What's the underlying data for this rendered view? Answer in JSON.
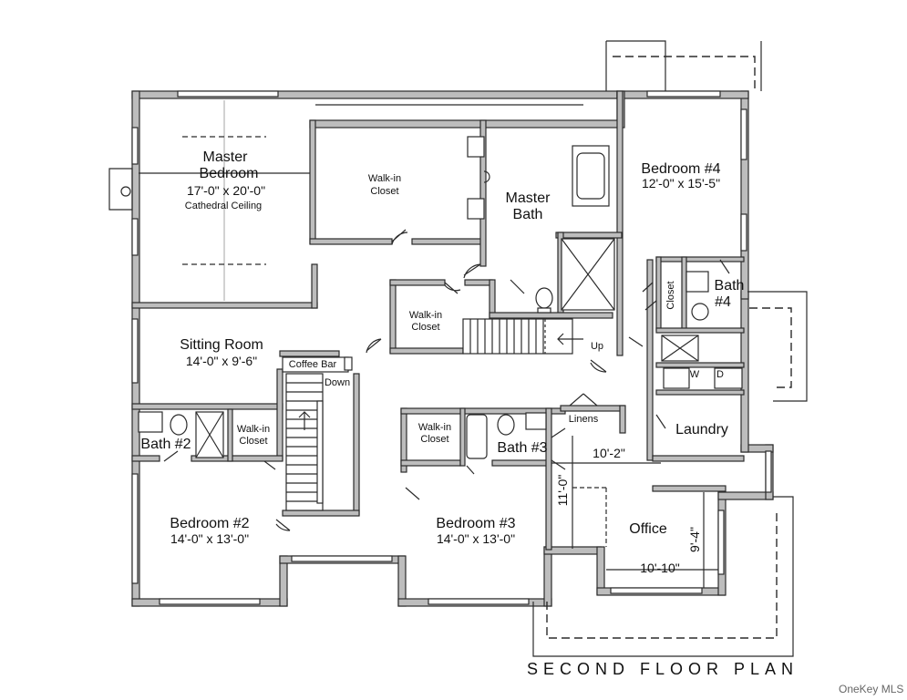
{
  "plan_title": "SECOND FLOOR PLAN",
  "watermark": "OneKey MLS",
  "rooms": {
    "master_bedroom": {
      "name_line1": "Master",
      "name_line2": "Bedroom",
      "dims": "17'-0\" x 20'-0\"",
      "note": "Cathedral Ceiling"
    },
    "walkin_closet_master": {
      "line1": "Walk-in",
      "line2": "Closet"
    },
    "master_bath": {
      "line1": "Master",
      "line2": "Bath"
    },
    "bedroom4": {
      "name": "Bedroom #4",
      "dims": "12'-0\" x 15'-5\""
    },
    "closet_bed4": {
      "name": "Closet"
    },
    "bath4": {
      "line1": "Bath",
      "line2": "#4"
    },
    "walkin_closet_center": {
      "line1": "Walk-in",
      "line2": "Closet"
    },
    "sitting_room": {
      "name": "Sitting Room",
      "dims": "14'-0\" x 9'-6\""
    },
    "coffee_bar": {
      "name": "Coffee Bar"
    },
    "bath2": {
      "name": "Bath #2"
    },
    "walkin_closet_bed2": {
      "line1": "Walk-in",
      "line2": "Closet"
    },
    "bedroom2": {
      "name": "Bedroom #2",
      "dims": "14'-0\" x 13'-0\""
    },
    "walkin_closet_bed3": {
      "line1": "Walk-in",
      "line2": "Closet"
    },
    "bath3": {
      "name": "Bath #3"
    },
    "linens": {
      "name": "Linens"
    },
    "bedroom3": {
      "name": "Bedroom #3",
      "dims": "14'-0\" x 13'-0\""
    },
    "laundry": {
      "name": "Laundry",
      "washer": "W",
      "dryer": "D"
    },
    "office": {
      "name": "Office",
      "dim_top": "10'-2\"",
      "dim_left": "11'-0\"",
      "dim_right": "9'-4\"",
      "dim_bottom": "10'-10\""
    }
  },
  "stairs": {
    "up": "Up",
    "down": "Down"
  }
}
